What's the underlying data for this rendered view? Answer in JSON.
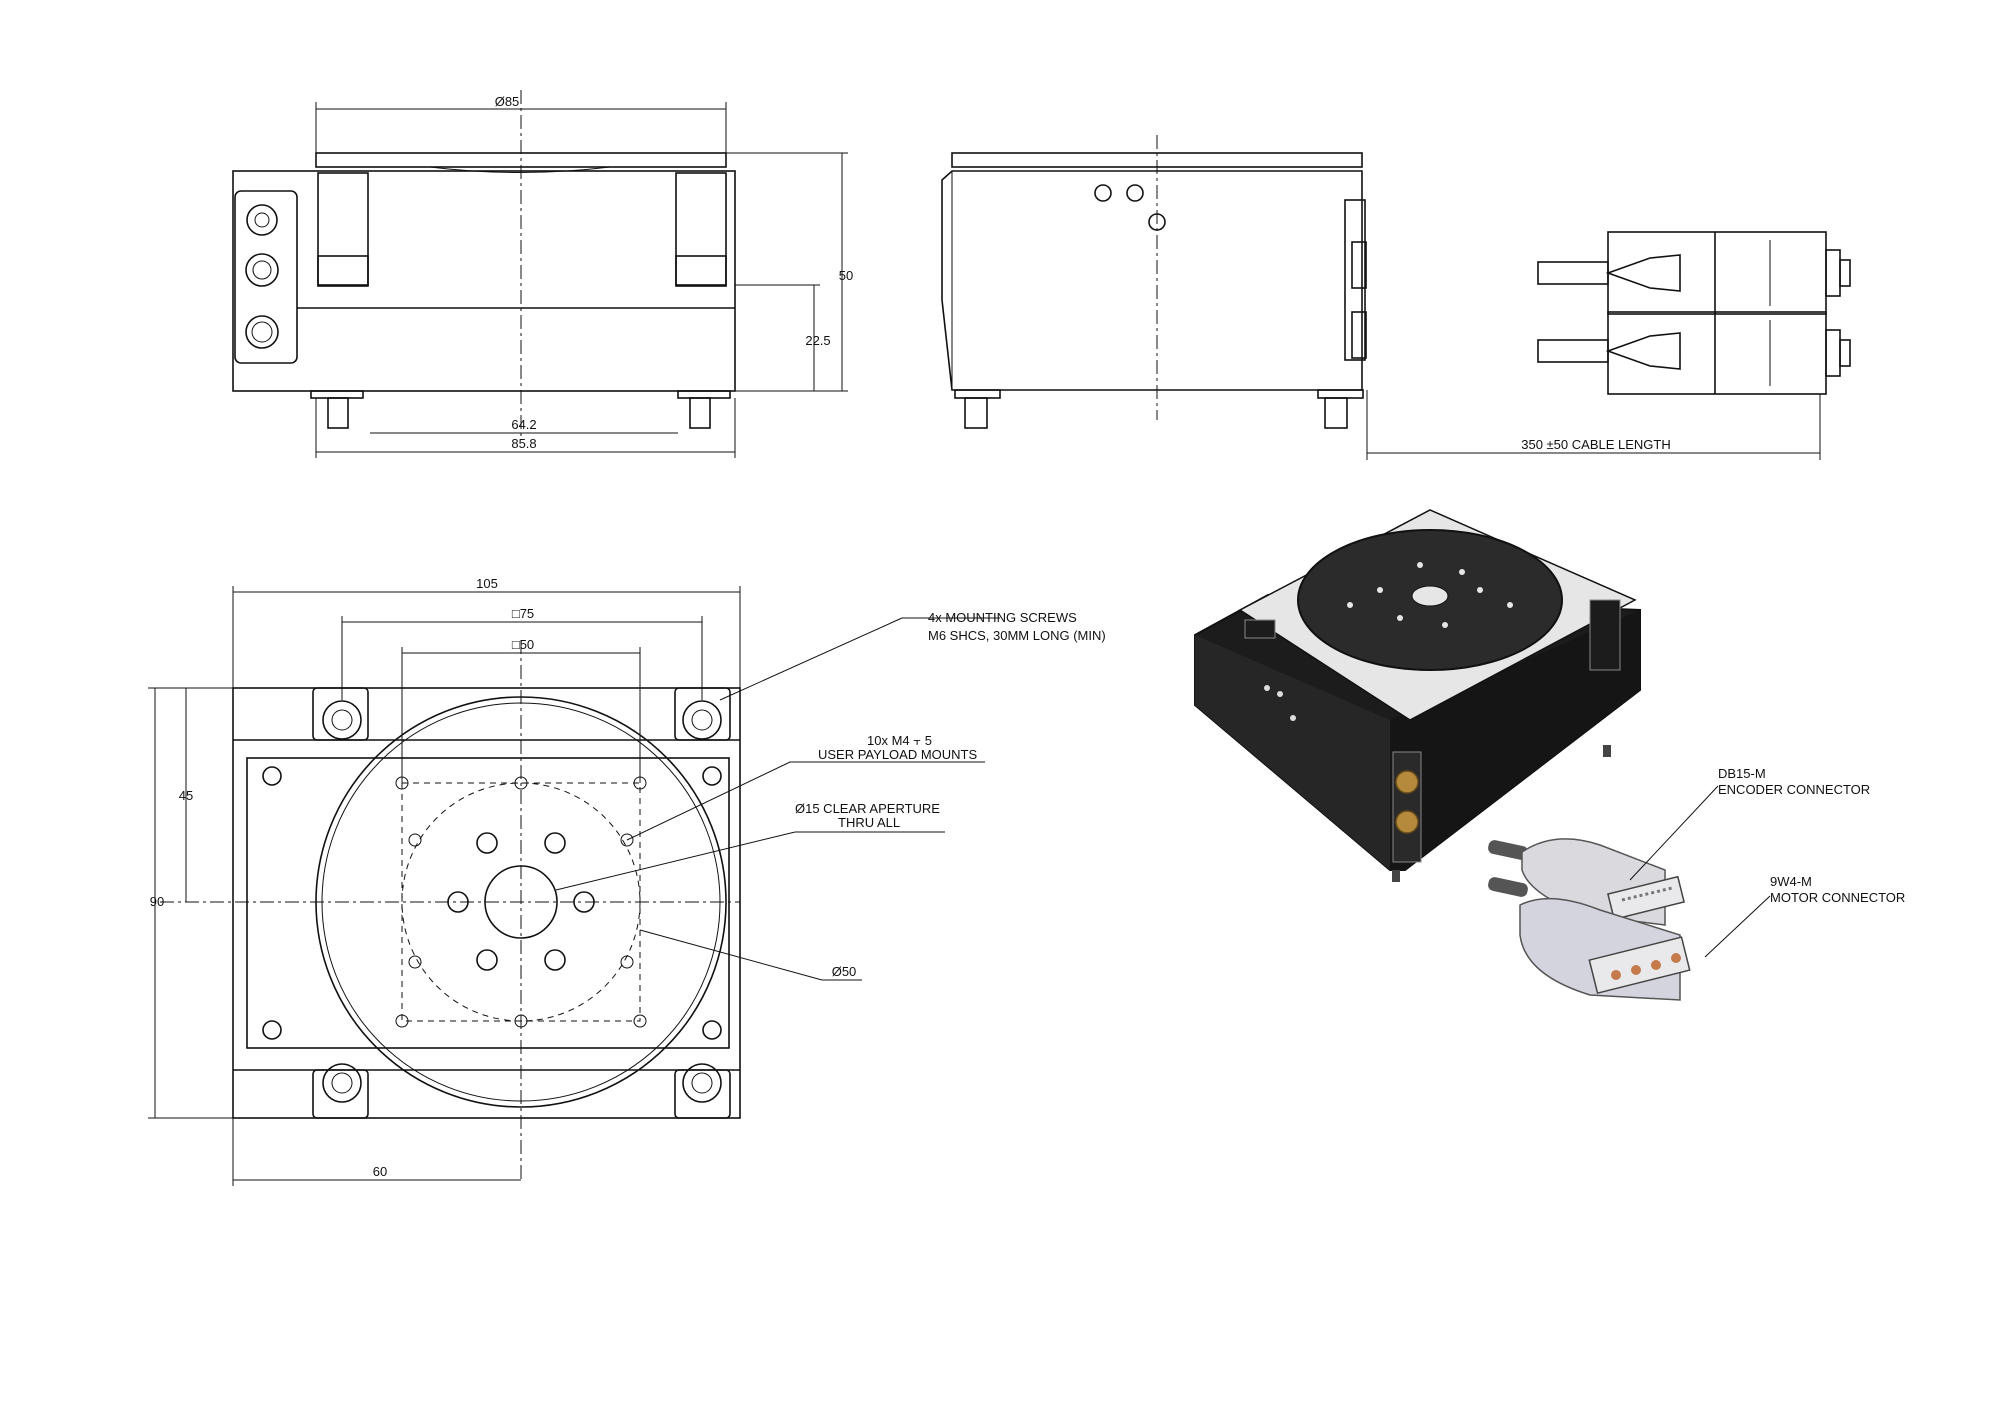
{
  "dimensions": {
    "diameter_top": "Ø85",
    "height_total": "50",
    "height_mid": "22.5",
    "foot_spacing": "64.2",
    "width_bottom": "85.8",
    "cable_length": "350 ±50 CABLE LENGTH",
    "width_plan": "105",
    "square_75": "□75",
    "square_50": "□50",
    "height_plan": "90",
    "half_height": "45",
    "center_offset": "60",
    "diameter_50": "Ø50"
  },
  "callouts": {
    "mounting_screws_line1": "4x MOUNTING SCREWS",
    "mounting_screws_line2": "M6 SHCS, 30MM LONG (MIN)",
    "payload_line1": "10x M4 ⫟ 5",
    "payload_line2": "USER PAYLOAD MOUNTS",
    "aperture_line1": "Ø15 CLEAR APERTURE",
    "aperture_line2": "THRU ALL",
    "encoder_line1": "DB15-M",
    "encoder_line2": "ENCODER CONNECTOR",
    "motor_line1": "9W4-M",
    "motor_line2": "MOTOR CONNECTOR"
  },
  "colors": {
    "line": "#111111",
    "body_dark": "#1c1c1c",
    "platter": "#2b2b2b",
    "brass": "#b58a3c",
    "connector_metal": "#d9d9de"
  }
}
